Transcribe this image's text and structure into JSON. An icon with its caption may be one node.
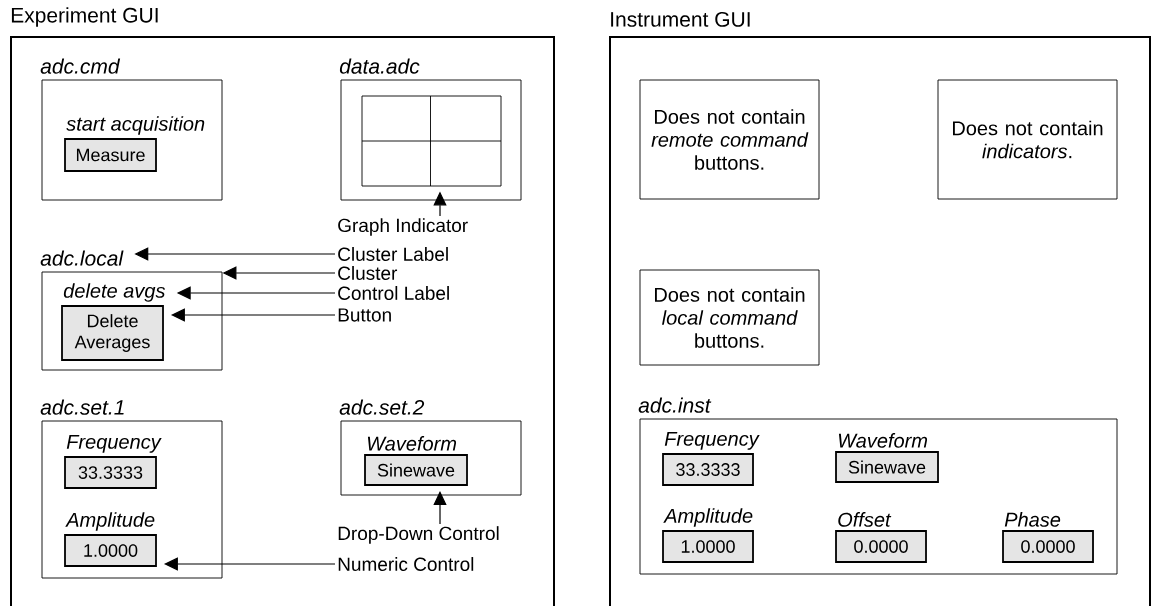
{
  "diagram": {
    "nodes": [
      {
        "text": [
          "Experiment GUI"
        ]
      },
      {
        "text": [
          "adc.cmd"
        ],
        "in": 0
      },
      {
        "text": [
          "start acquisition",
          "Measure"
        ],
        "in": 1
      },
      {
        "text": [
          "data.adc"
        ],
        "in": 0
      },
      {
        "text": [],
        "shape": "box",
        "in": 3
      },
      {
        "text": [
          "adc.local"
        ],
        "in": 0
      },
      {
        "text": [
          "delete avgs",
          "Delete Averages"
        ],
        "in": 5
      },
      {
        "text": [
          "adc.set.1"
        ],
        "in": 0
      },
      {
        "text": [
          "Frequency",
          "33.3333"
        ],
        "in": 7
      },
      {
        "text": [
          "Amplitude",
          "1.0000"
        ],
        "in": 7
      },
      {
        "text": [
          "adc.set.2"
        ],
        "in": 0
      },
      {
        "text": [
          "Waveform",
          "Sinewave"
        ],
        "in": 10
      },
      {
        "text": [
          "Graph Indicator"
        ],
        "in": 0
      },
      {
        "text": [
          "Cluster Label"
        ],
        "in": 0
      },
      {
        "text": [
          "Cluster"
        ],
        "in": 0
      },
      {
        "text": [
          "Control Label"
        ],
        "in": 0
      },
      {
        "text": [
          "Button"
        ],
        "in": 0
      },
      {
        "text": [
          "Drop-Down Control"
        ],
        "in": 0
      },
      {
        "text": [
          "Numeric Control"
        ],
        "in": 0
      },
      {
        "text": [
          "Instrument GUI"
        ]
      },
      {
        "text": [
          "Does not contain *remote command* buttons."
        ],
        "in": 19
      },
      {
        "text": [
          "Does not contain *indicators*."
        ],
        "in": 19
      },
      {
        "text": [
          "Does not contain *local command* buttons."
        ],
        "in": 19
      },
      {
        "text": [
          "adc.inst"
        ],
        "in": 19
      },
      {
        "text": [
          "Frequency",
          "33.3333"
        ],
        "in": 23
      },
      {
        "text": [
          "Waveform",
          "Sinewave"
        ],
        "in": 23
      },
      {
        "text": [
          "Amplitude",
          "1.0000"
        ],
        "in": 23
      },
      {
        "text": [
          "Offset",
          "0.0000"
        ],
        "in": 23
      },
      {
        "text": [
          "Phase",
          "0.0000"
        ],
        "in": 23
      }
    ],
    "edges": [
      {
        "from": 12,
        "to": 4,
        "arrow": "to"
      },
      {
        "from": 13,
        "to": 5,
        "arrow": "to"
      },
      {
        "from": 14,
        "to": 5,
        "arrow": "to"
      },
      {
        "from": 15,
        "to": 6,
        "arrow": "to"
      },
      {
        "from": 16,
        "to": 6,
        "arrow": "to"
      },
      {
        "from": 17,
        "to": 11,
        "arrow": "to"
      },
      {
        "from": 18,
        "to": 9,
        "arrow": "to"
      }
    ]
  }
}
